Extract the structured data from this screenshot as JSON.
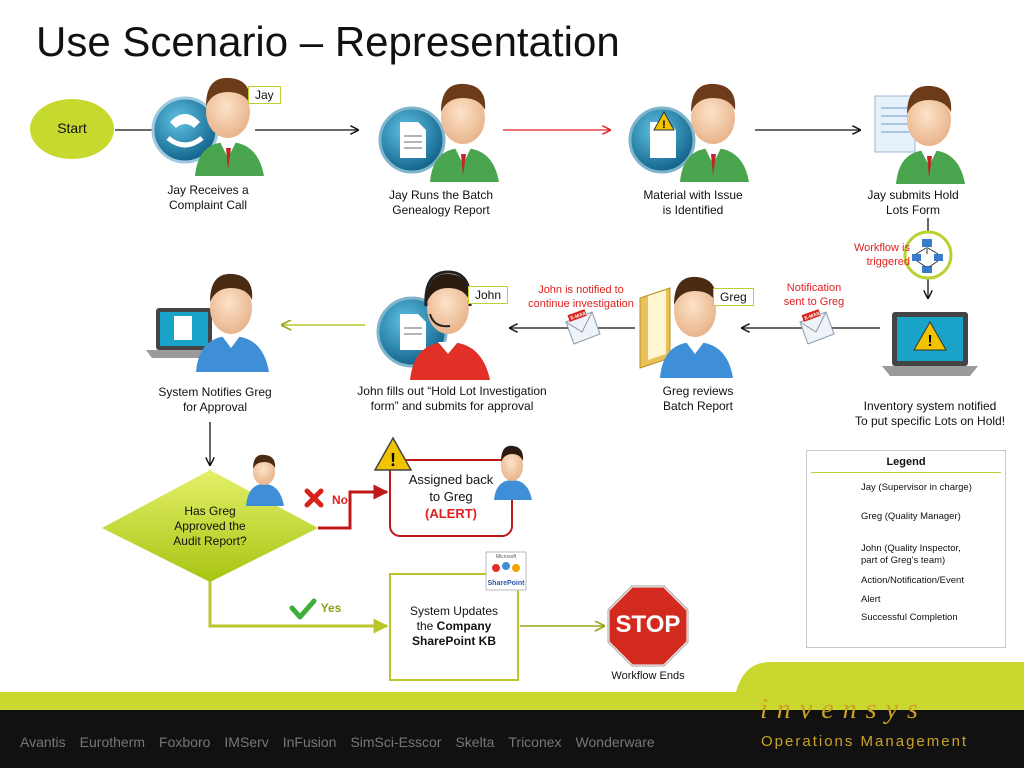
{
  "title": "Use Scenario – Representation",
  "start": "Start",
  "tags": {
    "jay": "Jay",
    "john": "John",
    "greg": "Greg"
  },
  "steps": {
    "s1": [
      "Jay Receives a",
      "Complaint Call"
    ],
    "s2": [
      "Jay Runs the Batch",
      "Genealogy Report"
    ],
    "s3": [
      "Material with Issue",
      "is Identified"
    ],
    "s4": [
      "Jay  submits Hold",
      "Lots Form"
    ],
    "workflow": [
      "Workflow is",
      "triggered"
    ],
    "notif_greg": [
      "Notification",
      "sent to Greg"
    ],
    "inventory": [
      "Inventory system notified",
      "To put specific Lots on Hold!"
    ],
    "greg_reviews": [
      "Greg reviews",
      "Batch Report"
    ],
    "john_notified": [
      "John is notified to",
      "continue investigation"
    ],
    "john_fills": [
      "John  fills out  “Hold Lot Investigation",
      "form” and submits for approval"
    ],
    "system_notifies": [
      "System Notifies  Greg",
      "for Approval"
    ],
    "decision": [
      "Has Greg",
      "Approved  the",
      "Audit Report?"
    ],
    "no": "No",
    "yes": "Yes",
    "assigned": [
      "Assigned back",
      "to Greg",
      "(ALERT)"
    ],
    "updates": [
      "System Updates",
      "the ",
      "Company",
      "SharePoint KB"
    ],
    "stop": "STOP",
    "workflow_ends": "Workflow Ends",
    "email": "E-MAIL",
    "sharepoint": [
      "Microsoft",
      "SharePoint"
    ]
  },
  "legend": {
    "heading": "Legend",
    "items": [
      "Jay (Supervisor in charge)",
      "Greg (Quality Manager)",
      "John (Quality Inspector,",
      "part of Greg's team)",
      "Action/Notification/Event",
      "Alert",
      "Successful Completion"
    ]
  },
  "footer": {
    "brands": [
      "Avantis",
      "Eurotherm",
      "Foxboro",
      "IMServ",
      "InFusion",
      "SimSci-Esscor",
      "Skelta",
      "Triconex",
      "Wonderware"
    ],
    "logo": "invensys",
    "tagline": "Operations Management"
  },
  "colors": {
    "accent": "#b9d132",
    "alert": "#e0211f",
    "jay": "#4aa64e",
    "greg": "#3e8fd8",
    "john": "#e03028",
    "gold": "#c9a227"
  }
}
